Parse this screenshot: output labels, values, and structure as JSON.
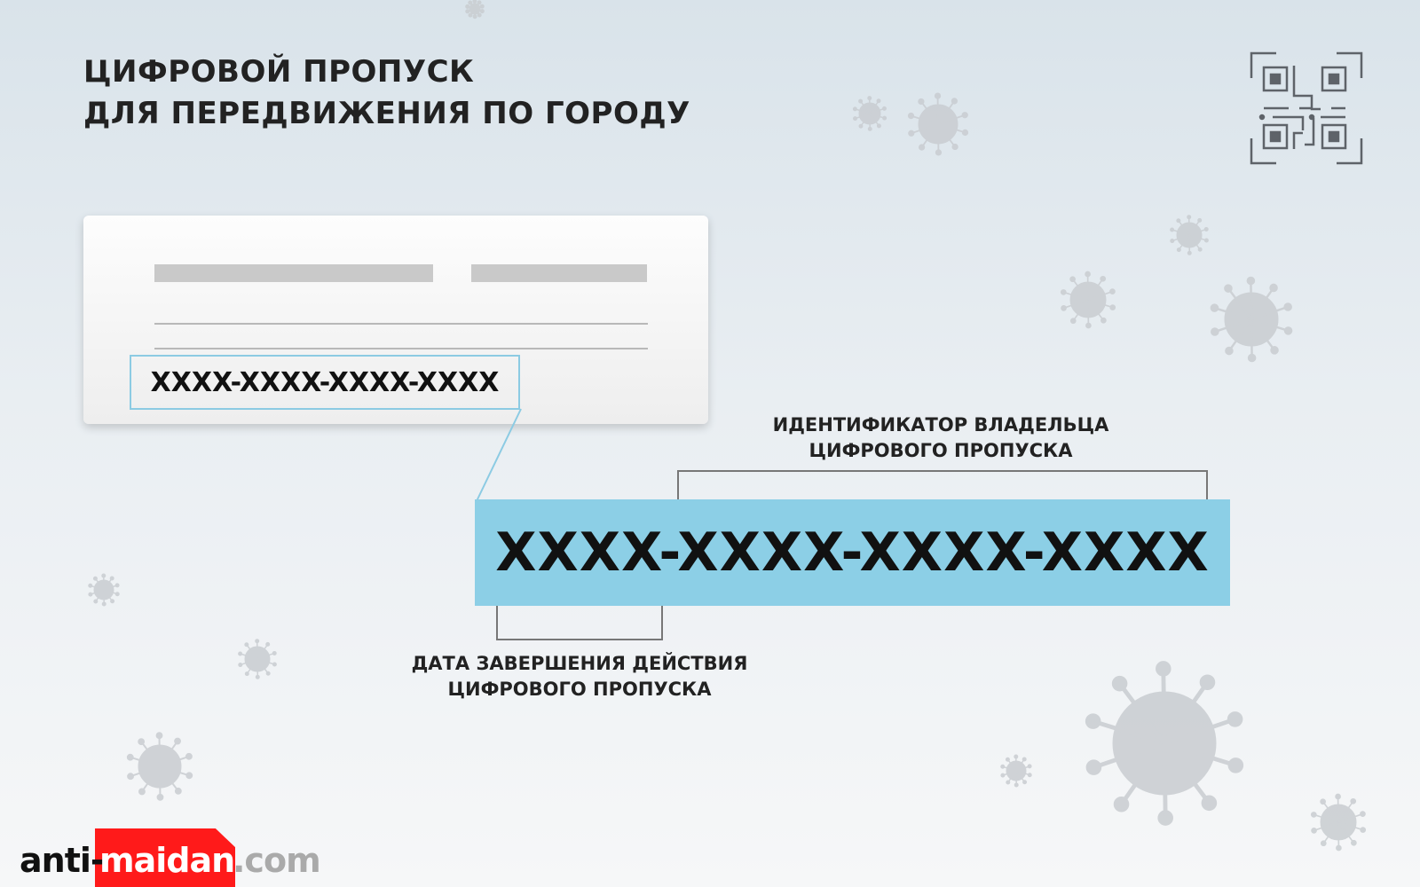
{
  "title": {
    "line1": "ЦИФРОВОЙ ПРОПУСК",
    "line2": "ДЛЯ ПЕРЕДВИЖЕНИЯ ПО ГОРОДУ"
  },
  "card": {
    "code": "XXXX-XXXX-XXXX-XXXX"
  },
  "zoomed_code": "XXXX-XXXX-XXXX-XXXX",
  "labels": {
    "owner_id": {
      "line1": "ИДЕНТИФИКАТОР ВЛАДЕЛЬЦА",
      "line2": "ЦИФРОВОГО ПРОПУСКА"
    },
    "expiry": {
      "line1": "ДАТА ЗАВЕРШЕНИЯ ДЕЙСТВИЯ",
      "line2": "ЦИФРОВОГО ПРОПУСКА"
    }
  },
  "watermark": {
    "part1": "anti-",
    "part2": "maidan",
    "part3": ".com"
  },
  "colors": {
    "accent": "#8ccfe6",
    "logo_red": "#ff1a1a"
  }
}
